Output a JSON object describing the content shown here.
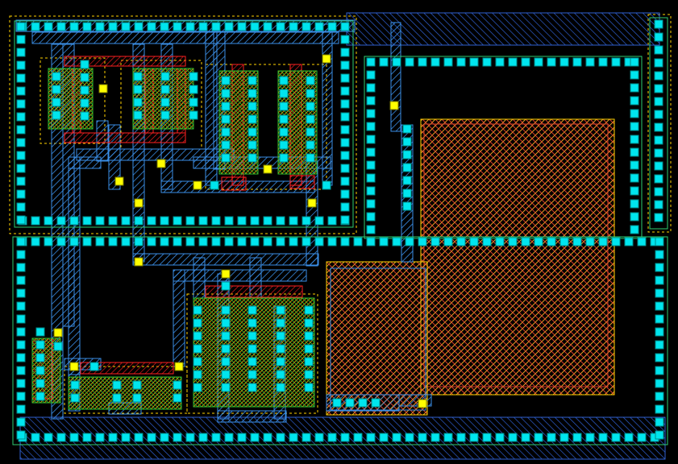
{
  "layout": {
    "colors": {
      "background": "#000000",
      "contact": "#00e5ee",
      "contact_border": "#008b8b",
      "via": "#ffff00",
      "metal1": "#3a8ee6",
      "metal2": "#2f5fd0",
      "poly": "#ff2020",
      "ndiff": "#2fbf2f",
      "pdiff": "#cc8a00",
      "nwell": "#ffd200",
      "capacitor_top": "#d23c2c",
      "capacitor_bottom": "#e8a020",
      "guard_ring_outline": "#2ecc71"
    },
    "layers": [
      "metal1",
      "metal2",
      "poly",
      "ndiff",
      "pdiff",
      "nwell",
      "contact",
      "via"
    ],
    "components": [
      "guard-ring-top-left",
      "guard-ring-right",
      "guard-ring-bottom",
      "nmos-cluster-top",
      "pmos-cluster-bottom",
      "capacitor-mim",
      "routing-metal"
    ]
  }
}
